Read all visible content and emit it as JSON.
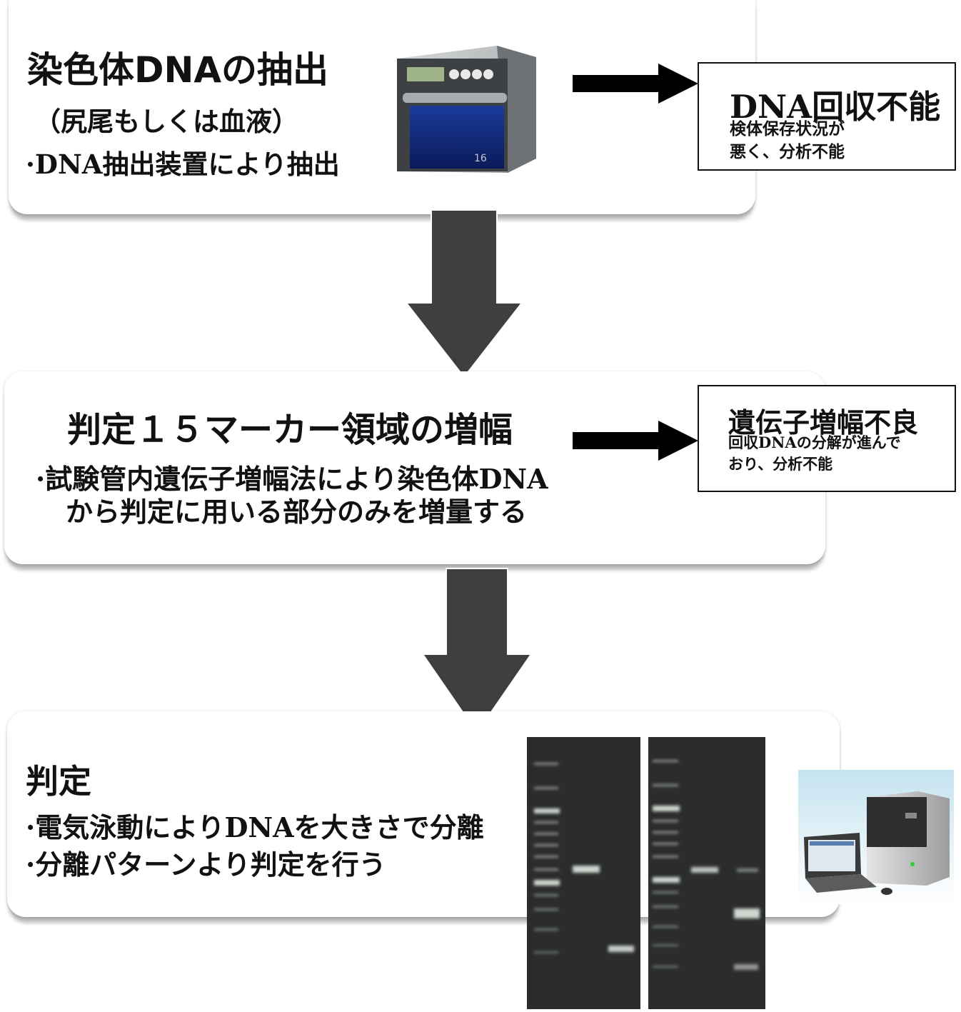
{
  "steps": [
    {
      "title": "染色体DNAの抽出",
      "subtitle": "（尻尾もしくは血液）",
      "bullet1": "·DNA抽出装置により抽出",
      "failure": {
        "title": "DNA回収不能",
        "line1": "検体保存状況が",
        "line2": "悪く、分析不能"
      },
      "device_label": "16"
    },
    {
      "title": "判定１５マーカー領域の増幅",
      "bullet1": "·試験管内遺伝子増幅法により染色体DNA",
      "bullet2": "から判定に用いる部分のみを増量する",
      "failure": {
        "title": "遺伝子増幅不良",
        "line1": "回収DNAの分解が進んで",
        "line2": "おり、分析不能"
      }
    },
    {
      "title": "判定",
      "bullet1": "·電気泳動によりDNAを大きさで分離",
      "bullet2": "·分離パターンより判定を行う"
    }
  ],
  "icons": {
    "step1_device": "dna-extractor-icon",
    "step3_gel": "gel-electrophoresis-image",
    "step3_analyzer": "analyzer-computer-icon"
  },
  "colors": {
    "arrow_down": "#3f3f3f",
    "arrow_right": "#000000",
    "gel_bg": "#2a2d2b"
  }
}
